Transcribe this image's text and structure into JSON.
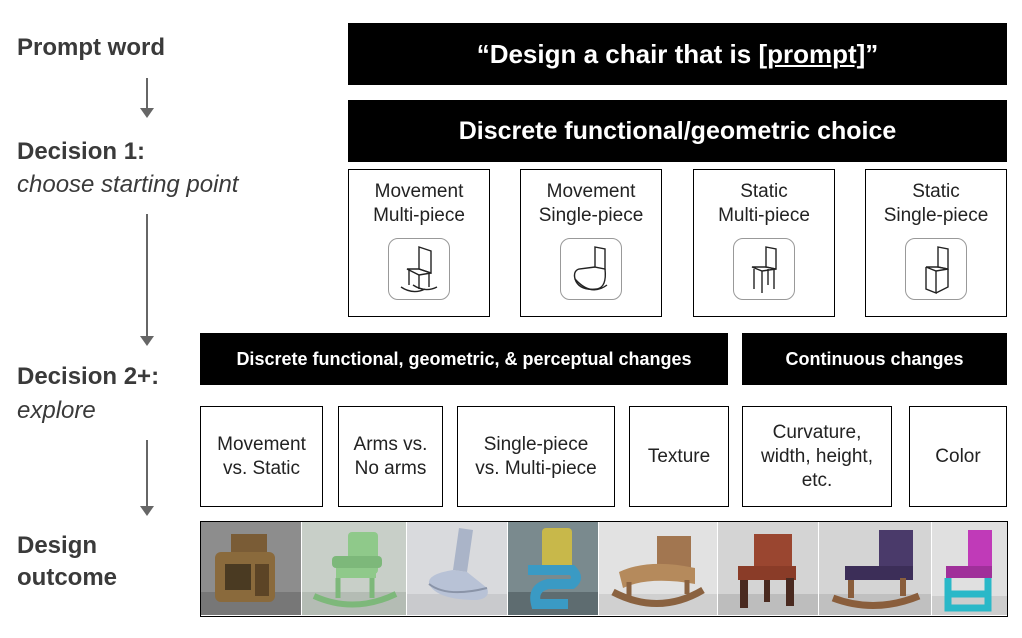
{
  "left_labels": {
    "prompt_word": "Prompt word",
    "decision1_title": "Decision 1:",
    "decision1_sub": "choose starting point",
    "decision2_title": "Decision 2+:",
    "decision2_sub": "explore",
    "outcome_line1": "Design",
    "outcome_line2": "outcome"
  },
  "prompt_bar": {
    "prefix": "“Design a chair that is ",
    "keyword": "[prompt]",
    "suffix": "”"
  },
  "decision1_bar": "Discrete functional/geometric choice",
  "starting_points": [
    {
      "line1": "Movement",
      "line2": "Multi-piece",
      "icon": "rocking-multi-piece-chair-icon"
    },
    {
      "line1": "Movement",
      "line2": "Single-piece",
      "icon": "rocking-single-piece-chair-icon"
    },
    {
      "line1": "Static",
      "line2": "Multi-piece",
      "icon": "static-multi-piece-chair-icon"
    },
    {
      "line1": "Static",
      "line2": "Single-piece",
      "icon": "static-single-piece-chair-icon"
    }
  ],
  "decision2_bars": {
    "discrete": "Discrete functional, geometric, & perceptual changes",
    "continuous": "Continuous changes"
  },
  "change_options": [
    {
      "line1": "Movement",
      "line2": "vs. Static",
      "line3": ""
    },
    {
      "line1": "Arms vs.",
      "line2": "No arms",
      "line3": ""
    },
    {
      "line1": "Single-piece",
      "line2": "vs. Multi-piece",
      "line3": ""
    },
    {
      "line1": "Texture",
      "line2": "",
      "line3": ""
    },
    {
      "line1": "Curvature,",
      "line2": "width, height,",
      "line3": "etc."
    },
    {
      "line1": "Color",
      "line2": "",
      "line3": ""
    }
  ],
  "outcome_renders": [
    {
      "name": "wood-block-armchair-render",
      "color": "#8a6a3c"
    },
    {
      "name": "green-rocking-armchair-render",
      "color": "#8fc98a"
    },
    {
      "name": "gray-single-piece-chair-render",
      "color": "#aab4c8"
    },
    {
      "name": "yellow-blue-cantilever-chair-render",
      "color": "#3a9ac4"
    },
    {
      "name": "wood-grain-rocking-chair-render",
      "color": "#a27650"
    },
    {
      "name": "red-brick-multi-piece-chair-render",
      "color": "#9a4630"
    },
    {
      "name": "purple-rocking-chair-render",
      "color": "#4a3a6a"
    },
    {
      "name": "magenta-cyan-chair-render",
      "color": "#c03ab8"
    }
  ],
  "colors": {
    "bar_bg": "#000000",
    "label_text": "#3a3a3a",
    "arrow": "#666666"
  }
}
